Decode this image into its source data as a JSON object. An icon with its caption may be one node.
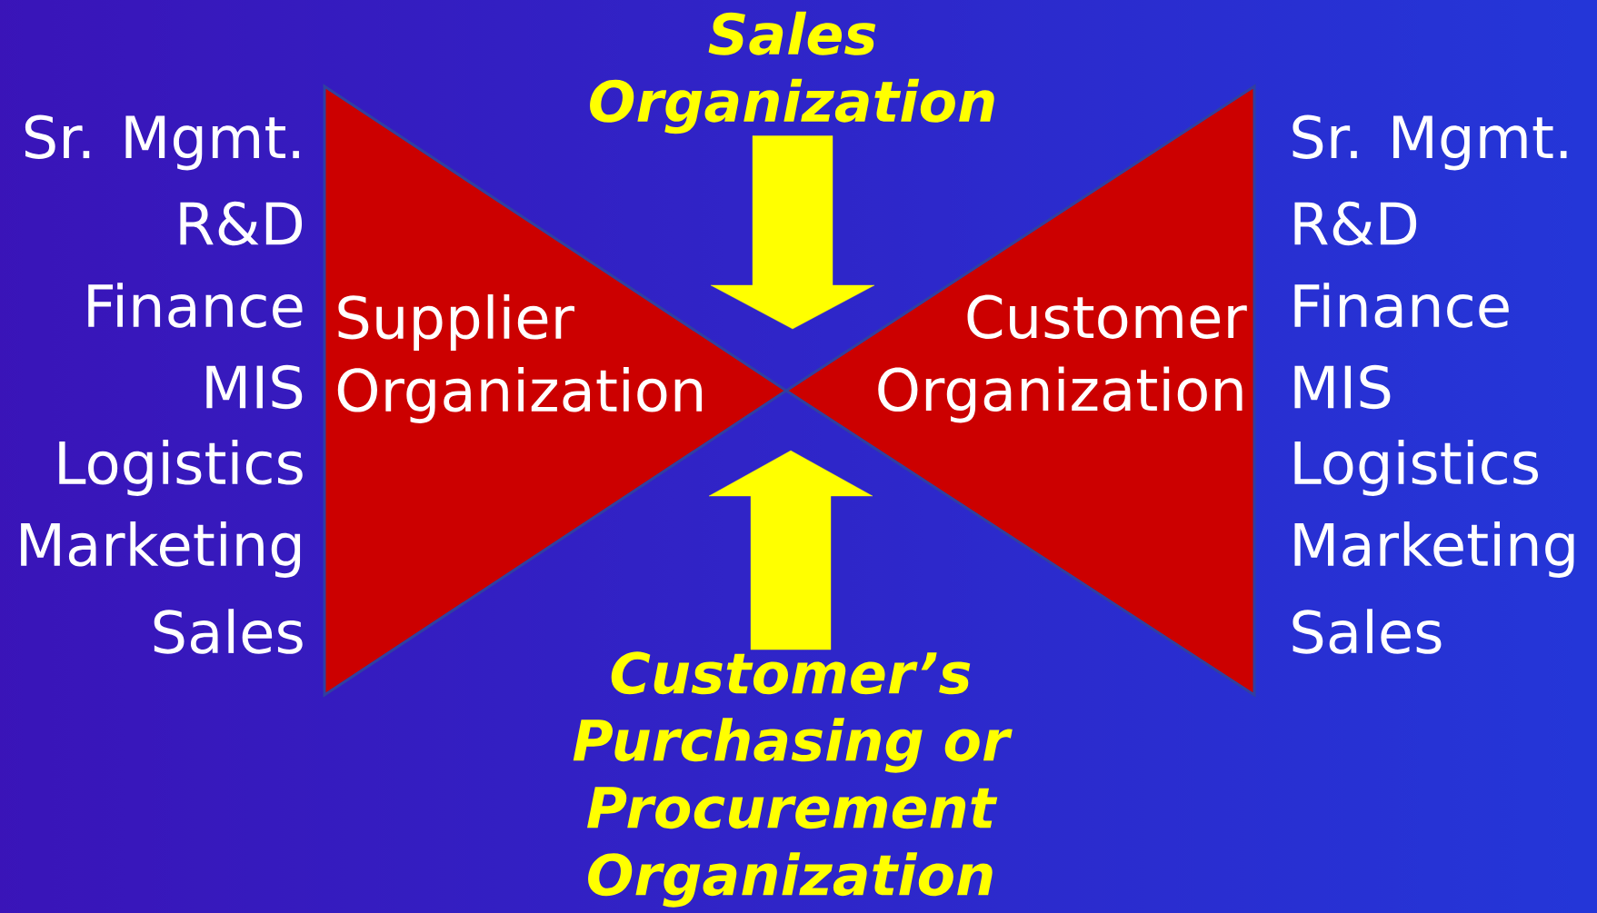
{
  "diagram": {
    "nodes": [
      {
        "text": [
          "Supplier Organization"
        ],
        "beside": [
          "Sr. Mgmt.",
          "R&D",
          "Finance",
          "MIS",
          "Logistics",
          "Marketing",
          "Sales"
        ]
      },
      {
        "text": [
          "Customer Organization"
        ],
        "beside": [
          "Sr. Mgmt.",
          "R&D",
          "Finance",
          "MIS",
          "Logistics",
          "Marketing",
          "Sales"
        ]
      },
      {
        "text": [
          "Sales Organization"
        ]
      },
      {
        "text": [
          "Customer’s Purchasing or Procurement Organization"
        ]
      }
    ],
    "edges": [
      {
        "from": 2,
        "to": null,
        "arrow": "to"
      },
      {
        "from": 3,
        "to": null,
        "arrow": "to"
      }
    ]
  }
}
